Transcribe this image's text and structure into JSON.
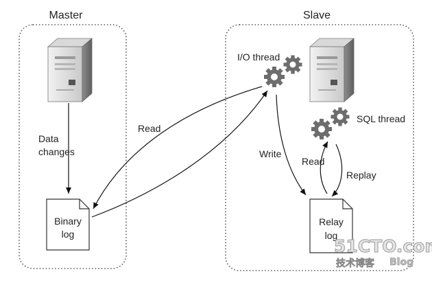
{
  "master": {
    "title": "Master",
    "data_changes_line1": "Data",
    "data_changes_line2": "changes",
    "binary_log_line1": "Binary",
    "binary_log_line2": "log"
  },
  "slave": {
    "title": "Slave",
    "io_thread": "I/O thread",
    "sql_thread": "SQL thread",
    "write": "Write",
    "read": "Read",
    "replay": "Replay",
    "relay_log_line1": "Relay",
    "relay_log_line2": "log"
  },
  "links": {
    "read": "Read"
  },
  "icons": {
    "server": "server-icon",
    "gears": "gears-icon",
    "document": "document-icon"
  },
  "watermark": {
    "site": "51CTO.com",
    "blog_cn": "技术博客",
    "blog_en": "Blog"
  }
}
